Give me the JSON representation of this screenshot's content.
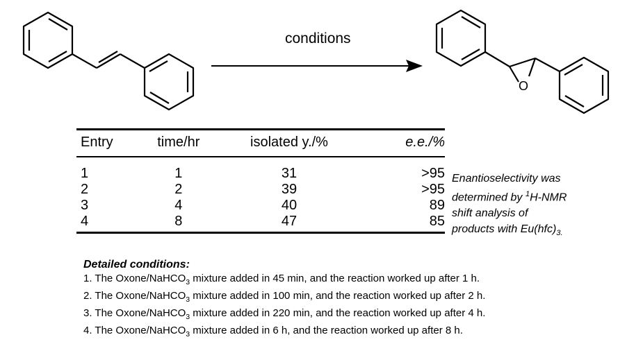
{
  "scheme": {
    "conditions_label": "conditions",
    "epoxide_atom": "O"
  },
  "table": {
    "headers": [
      "Entry",
      "time/hr",
      "isolated y./%",
      "e.e./%"
    ],
    "rows": [
      {
        "entry": "1",
        "time": "1",
        "yield": "31",
        "ee": ">95"
      },
      {
        "entry": "2",
        "time": "2",
        "yield": "39",
        "ee": ">95"
      },
      {
        "entry": "3",
        "time": "4",
        "yield": "40",
        "ee": "89"
      },
      {
        "entry": "4",
        "time": "8",
        "yield": "47",
        "ee": "85"
      }
    ]
  },
  "note": {
    "line1": "Enantioselectivity was",
    "line2a": "determined by ",
    "line2_sup": "1",
    "line2b": "H-NMR",
    "line3": "shift analysis of",
    "line4a": "products with Eu(hfc)",
    "line4_sub": "3."
  },
  "details": {
    "title": "Detailed conditions:",
    "items": [
      {
        "prefix": "1. The Oxone/NaHCO",
        "sub": "3",
        "suffix": " mixture added in 45 min, and the reaction worked up after 1 h."
      },
      {
        "prefix": "2. The Oxone/NaHCO",
        "sub": "3",
        "suffix": " mixture added in 100 min, and the reaction worked up after 2 h."
      },
      {
        "prefix": "3. The Oxone/NaHCO",
        "sub": "3",
        "suffix": " mixture added in 220 min, and the reaction worked up after 4 h."
      },
      {
        "prefix": "4. The Oxone/NaHCO",
        "sub": "3",
        "suffix": " mixture added in 6 h, and the reaction worked up after 8 h."
      }
    ]
  }
}
